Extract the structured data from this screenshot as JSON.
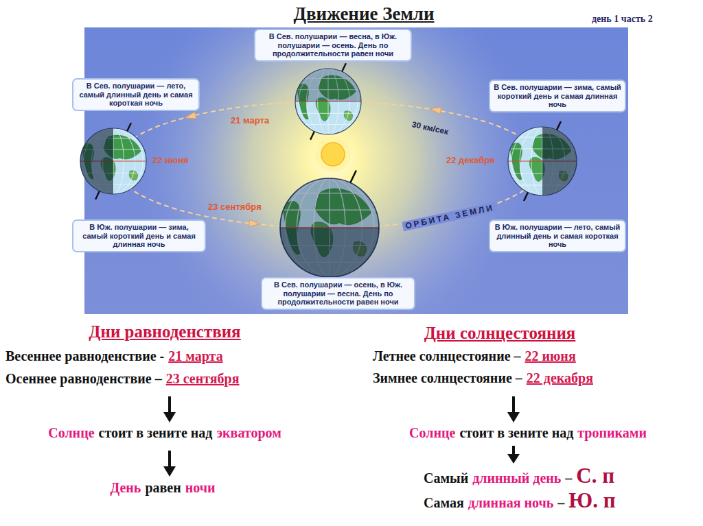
{
  "diagram": {
    "title": "Движение Земли",
    "nodes": [
      {
        "text": [
          "В Сев. полушарии — весна, в Юж. полушарии — осень. День по продолжительности равен ночи"
        ]
      },
      {
        "text": [
          "В Сев. полушарии — лето, самый длинный день и самая короткая ночь"
        ]
      },
      {
        "text": [
          "В Сев. полушарии — зима, самый короткий день и самая длинная ночь"
        ]
      },
      {
        "text": [
          "В Юж. полушарии — зима, самый короткий день и самая длинная ночь"
        ]
      },
      {
        "text": [
          "В Юж. полушарии — лето, самый длинный день и самая короткая ночь"
        ]
      },
      {
        "text": [
          "В Сев. полушарии — осень, в Юж. полушарии — весна. День по продолжительности равен ночи"
        ]
      }
    ],
    "labels": [
      "день 1 часть 2",
      "21 марта",
      "22 июня",
      "22 декабря",
      "30 км/сек",
      "23 сентября",
      "ОРБИТА ЗЕМЛИ",
      "Дни равноденствия",
      "Весеннее равноденствие -",
      "21 марта",
      "Осеннее равноденствие –",
      "23 сентября",
      "Солнце",
      "стоит в зените над",
      "экватором",
      "День",
      "равен",
      "ночи",
      "Дни солнцестояния",
      "Летнее солнцестояние –",
      "22 июня",
      "Зимнее солнцестояние –",
      "22 декабря",
      "Солнце",
      "стоит в зените над",
      "тропиками",
      "Самый",
      "длинный день",
      "–",
      "С. п",
      "Самая",
      "длинная ночь",
      "–",
      "Ю. п"
    ]
  }
}
